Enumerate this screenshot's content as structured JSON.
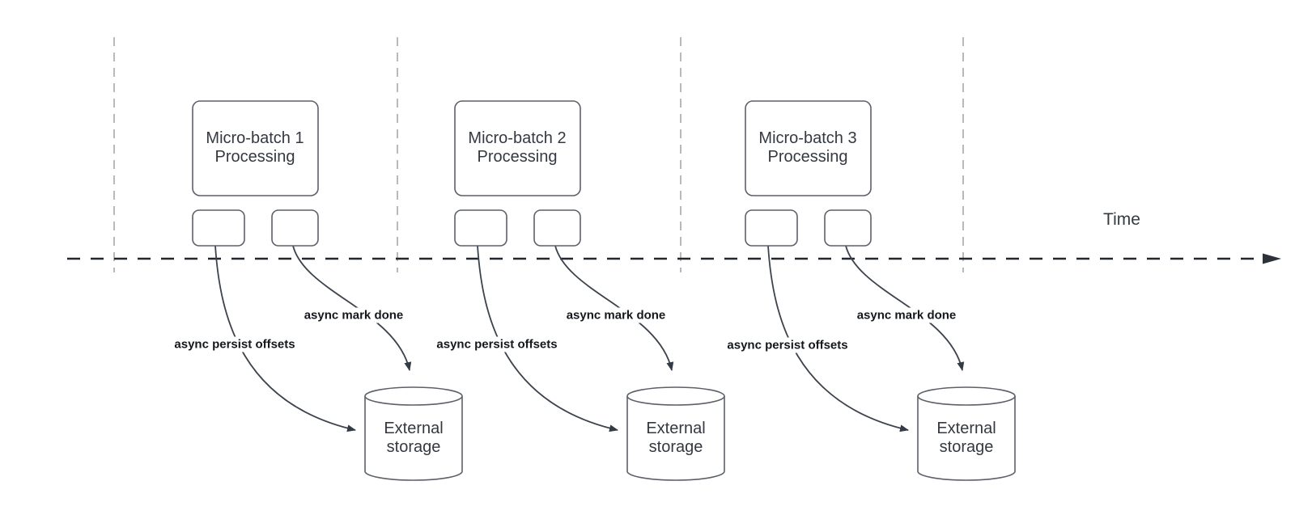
{
  "diagram": {
    "title_hint": "micro-batch async checkpointing timeline",
    "time_label": "Time",
    "colors": {
      "shape_stroke": "#5c6068",
      "edge_stroke": "#3c434d",
      "timeline_stroke": "#22262d",
      "boundary_stroke": "#b6b9bd",
      "box_text": "#343941",
      "edge_text": "#14171c",
      "shape_fill": "#ffffff"
    },
    "sections": [
      {
        "box_label": "Micro-batch 1\nProcessing",
        "persist_label": "async persist offsets",
        "done_label": "async mark done",
        "storage_label": "External\nstorage"
      },
      {
        "box_label": "Micro-batch 2\nProcessing",
        "persist_label": "async persist offsets",
        "done_label": "async mark done",
        "storage_label": "External\nstorage"
      },
      {
        "box_label": "Micro-batch 3\nProcessing",
        "persist_label": "async persist offsets",
        "done_label": "async mark done",
        "storage_label": "External\nstorage"
      }
    ]
  }
}
